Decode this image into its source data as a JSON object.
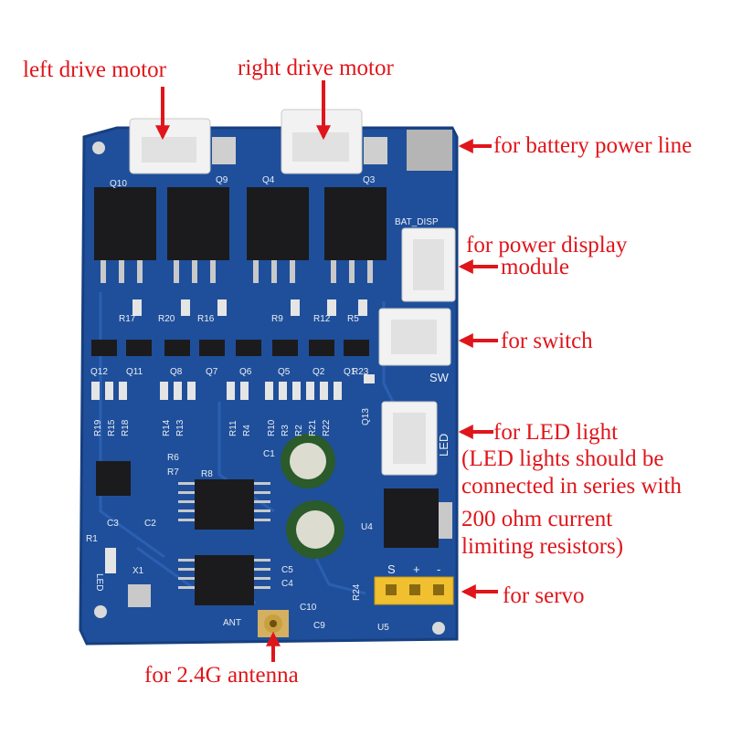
{
  "colors": {
    "label": "#e0151b",
    "board": "#1f4f9a",
    "board_dark": "#173f80",
    "silkscreen": "#e9eef5",
    "connector": "#f2f2f2",
    "servo_header": "#f0c030",
    "chip": "#1b1b1d"
  },
  "labels": {
    "left_drive_motor": "left drive motor",
    "right_drive_motor": "right drive motor",
    "battery_power_line": "for battery power line",
    "power_display_line1": "for power display",
    "power_display_line2": "module",
    "switch": "for switch",
    "led_line1": "for LED light",
    "led_line2": "(LED lights should be",
    "led_line3": "connected in series with",
    "led_line4": "200 ohm current",
    "led_line5": "limiting resistors)",
    "servo": "for servo",
    "antenna": "for 2.4G antenna"
  },
  "silkscreen": {
    "q10": "Q10",
    "q9": "Q9",
    "q4": "Q4",
    "q3": "Q3",
    "bat_disp": "BAT_DISP",
    "sw": "SW",
    "led": "LED",
    "led_rot": "LED",
    "r17": "R17",
    "r20": "R20",
    "r16": "R16",
    "r9": "R9",
    "r12": "R12",
    "r5": "R5",
    "q12": "Q12",
    "q11": "Q11",
    "q8": "Q8",
    "q7": "Q7",
    "q6": "Q6",
    "q5": "Q5",
    "q2": "Q2",
    "q1": "Q1",
    "r23": "R23",
    "q13": "Q13",
    "r19": "R19",
    "r15": "R15",
    "r18": "R18",
    "r14": "R14",
    "r13": "R13",
    "r11": "R11",
    "r4": "R4",
    "r10": "R10",
    "r3": "R3",
    "r2": "R2",
    "r21": "R21",
    "r22": "R22",
    "r6": "R6",
    "r7": "R7",
    "r8": "R8",
    "c1": "C1",
    "c3": "C3",
    "c2": "C2",
    "r1": "R1",
    "x1": "X1",
    "c5": "C5",
    "c4": "C4",
    "c10": "C10",
    "c9": "C9",
    "r24": "R24",
    "u4": "U4",
    "u5": "U5",
    "ant": "ANT",
    "servo_s": "S",
    "plus": "+",
    "minus": "-"
  }
}
